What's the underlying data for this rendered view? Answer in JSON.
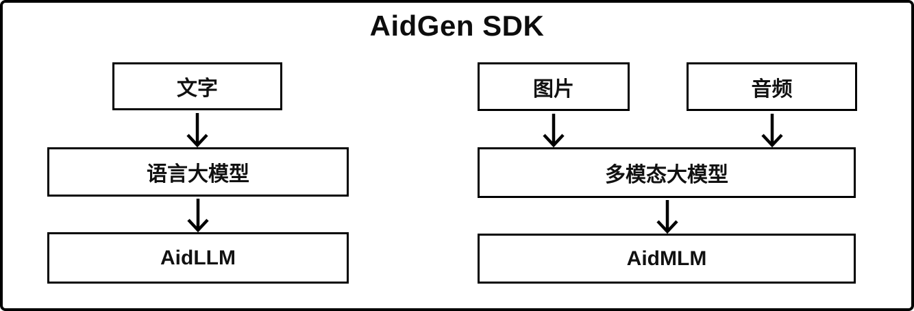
{
  "title": "AidGen SDK",
  "diagram": {
    "boxes": {
      "text": {
        "label": "文字"
      },
      "llm": {
        "label": "语言大模型"
      },
      "aidllm": {
        "label": "AidLLM"
      },
      "image": {
        "label": "图片"
      },
      "audio": {
        "label": "音频"
      },
      "mlm": {
        "label": "多模态大模型"
      },
      "aidmlm": {
        "label": "AidMLM"
      }
    },
    "edges": [
      {
        "from": "文字",
        "to": "语言大模型"
      },
      {
        "from": "语言大模型",
        "to": "AidLLM"
      },
      {
        "from": "图片",
        "to": "多模态大模型"
      },
      {
        "from": "音频",
        "to": "多模态大模型"
      },
      {
        "from": "多模态大模型",
        "to": "AidMLM"
      }
    ],
    "colors": {
      "ink": "#000000",
      "background": "#ffffff"
    }
  }
}
